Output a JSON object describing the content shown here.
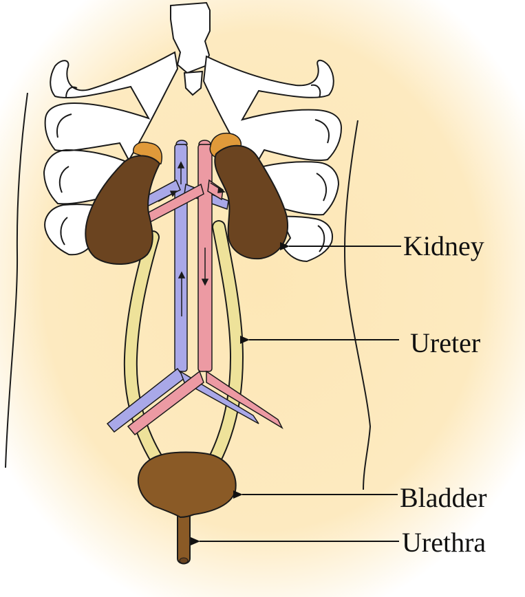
{
  "labels": {
    "kidney": "Kidney",
    "ureter": "Ureter",
    "bladder": "Bladder",
    "urethra": "Urethra"
  },
  "colors": {
    "background_glow": "#fde7b6",
    "bone": "#ffffff",
    "outline": "#1a1a1a",
    "kidney": "#6b4420",
    "adrenal_gland": "#e09a3a",
    "bladder": "#8a5a26",
    "ureter": "#eee29a",
    "vein": "#a9a8e8",
    "artery": "#ec9aa3"
  },
  "icons": {
    "label_pointer": "arrow-left-icon",
    "flow_direction": "arrow-small-icon"
  }
}
